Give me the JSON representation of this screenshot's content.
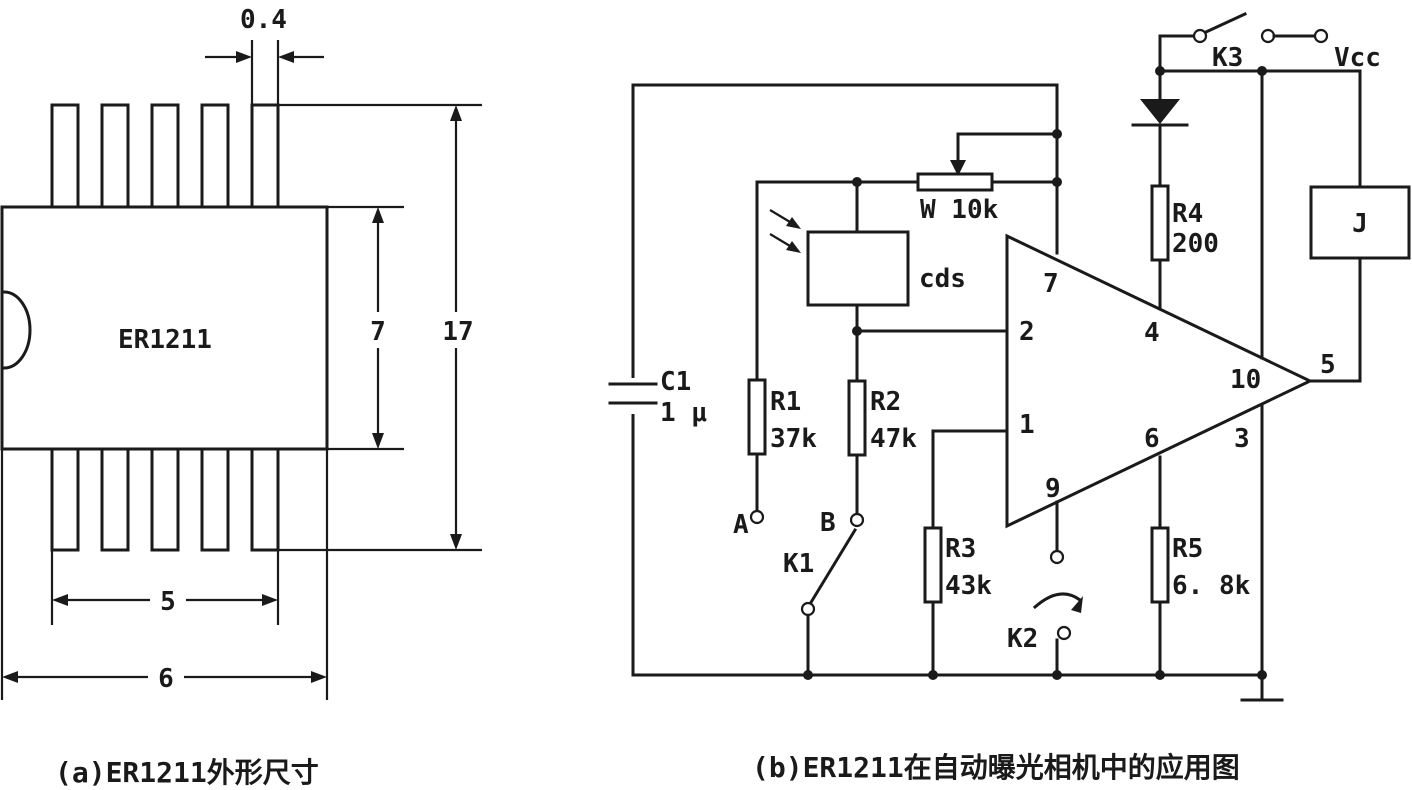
{
  "panel_a": {
    "chip_label": "ER1211",
    "dim_pin_width": "0.4",
    "dim_body_height": "7",
    "dim_total_height": "17",
    "dim_pin_span": "5",
    "dim_body_width": "6",
    "caption": "(a)ER1211外形尺寸"
  },
  "panel_b": {
    "c1_name": "C1",
    "c1_value": "1 μ",
    "r1_name": "R1",
    "r1_value": "37k",
    "r2_name": "R2",
    "r2_value": "47k",
    "r3_name": "R3",
    "r3_value": "43k",
    "r4_name": "R4",
    "r4_value": "200",
    "r5_name": "R5",
    "r5_value": "6. 8k",
    "pot_label": "W 10k",
    "ldr_label": "cds",
    "relay_label": "J",
    "k1_label": "K1",
    "k2_label": "K2",
    "k3_label": "K3",
    "vcc_label": "Vcc",
    "terminal_a": "A",
    "terminal_b": "B",
    "pins": {
      "p1": "1",
      "p2": "2",
      "p3": "3",
      "p4": "4",
      "p5": "5",
      "p6": "6",
      "p7": "7",
      "p9": "9",
      "p10": "10"
    },
    "caption": "(b)ER1211在自动曝光相机中的应用图"
  }
}
